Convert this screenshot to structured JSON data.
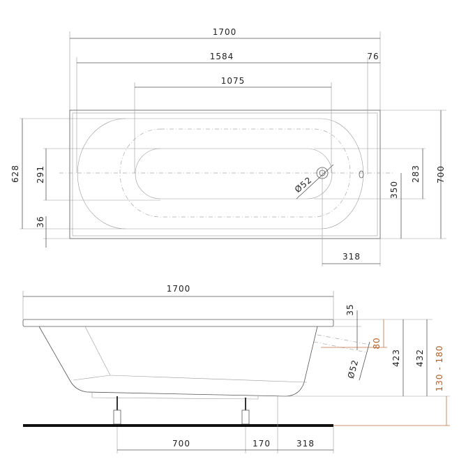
{
  "top_view": {
    "length": "1700",
    "inner_length": "1584",
    "rim_end": "76",
    "bottom_length": "1075",
    "width": "700",
    "inner_width": "628",
    "bottom_width": "291",
    "rim_side": "36",
    "right_bottom_width": "283",
    "drain_offset_side": "350",
    "drain_offset_end": "318",
    "drain_diameter": "Ø52"
  },
  "side_view": {
    "length": "1700",
    "rim_thickness": "35",
    "overflow_height": "80",
    "inner_depth": "423",
    "total_depth": "432",
    "leg_height": "130 - 180",
    "overflow_diameter": "Ø52",
    "leg_spacing": "700",
    "leg_to_drain": "170",
    "drain_to_end": "318"
  },
  "colors": {
    "line": "#555555",
    "accent": "#c07040",
    "floor": "#111111"
  }
}
